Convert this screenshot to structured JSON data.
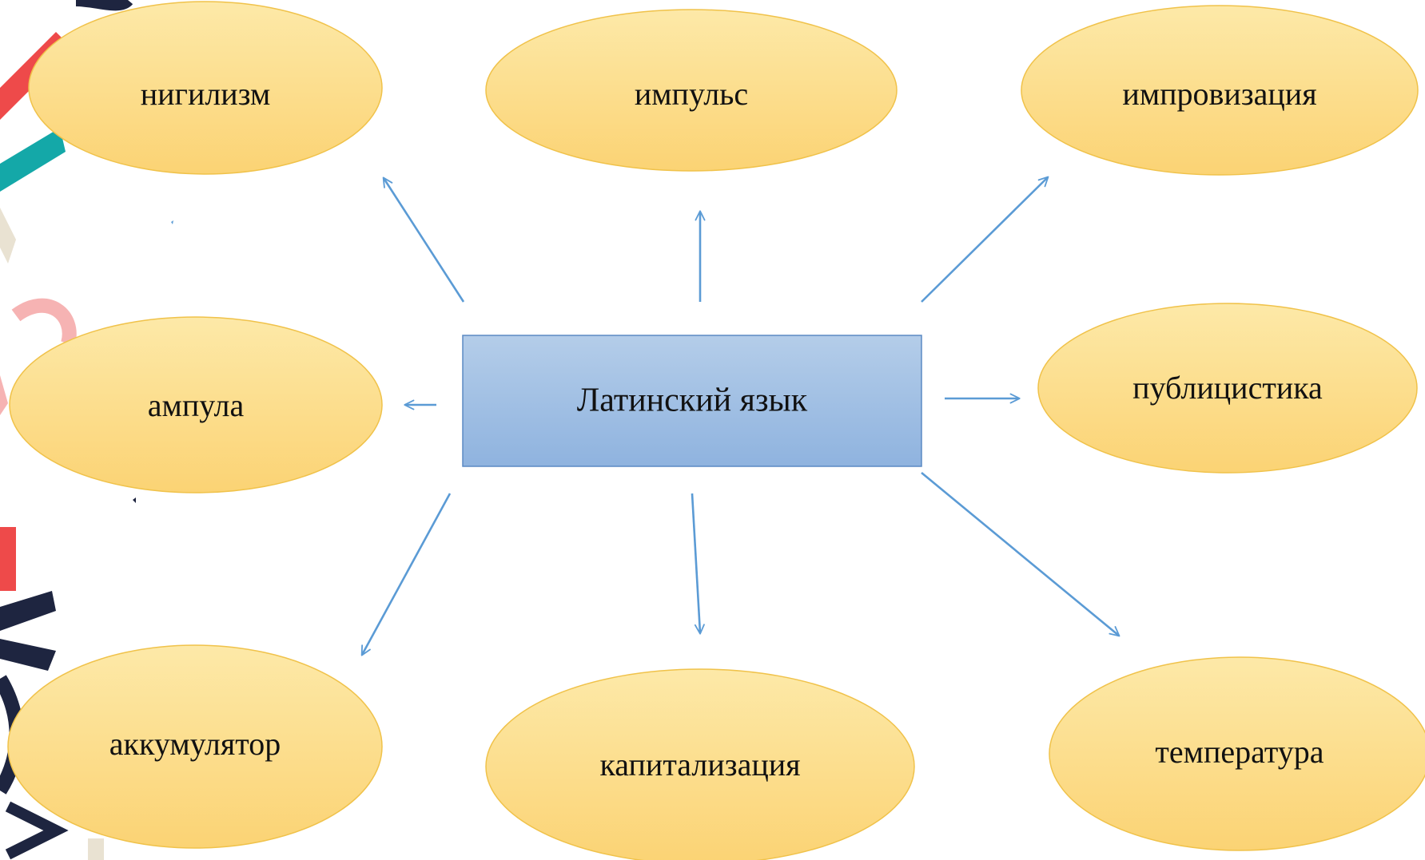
{
  "diagram": {
    "center": {
      "label": "Латинский язык"
    },
    "nodes": [
      {
        "id": "nigilizm",
        "label": "нигилизм"
      },
      {
        "id": "impuls",
        "label": "импульс"
      },
      {
        "id": "improvizatsiya",
        "label": "импровизация"
      },
      {
        "id": "ampula",
        "label": "ампула"
      },
      {
        "id": "publitsistika",
        "label": "публицистика"
      },
      {
        "id": "akkumulyator",
        "label": "аккумулятор"
      },
      {
        "id": "kapitalizatsiya",
        "label": "капитализация"
      },
      {
        "id": "temperatura",
        "label": "температура"
      }
    ]
  },
  "colors": {
    "ellipse_fill_top": "#fde9a8",
    "ellipse_fill_bottom": "#fbd374",
    "ellipse_stroke": "#f0c24a",
    "center_fill_top": "#b4cde9",
    "center_fill_bottom": "#8fb3df",
    "center_stroke": "#5b8ac4",
    "arrow": "#5b9bd5",
    "deco_red": "#ee4a4a",
    "deco_teal": "#14a8a8",
    "deco_pink": "#f6b3b3",
    "deco_beige": "#e9e2d2",
    "deco_navy": "#1e2540"
  }
}
